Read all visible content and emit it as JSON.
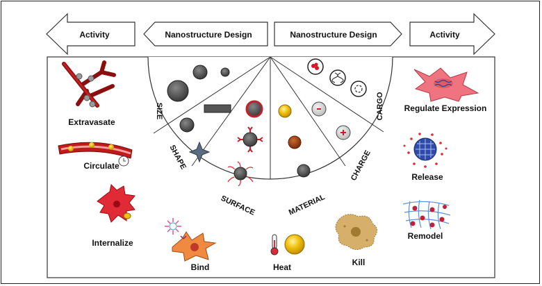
{
  "header": {
    "left_outer": "Activity",
    "left_inner": "Nanostructure Design",
    "right_inner": "Nanostructure Design",
    "right_outer": "Activity"
  },
  "activities_left": {
    "extravasate": "Extravasate",
    "circulate": "Circulate",
    "internalize": "Internalize",
    "bind": "Bind"
  },
  "activities_bottom": {
    "heat": "Heat",
    "kill": "Kill"
  },
  "activities_right": {
    "regulate": "Regulate Expression",
    "release": "Release",
    "remodel": "Remodel"
  },
  "design_sectors": {
    "size": "SIZE",
    "shape": "SHAPE",
    "surface": "SURFACE",
    "material": "MATERIAL",
    "charge": "CHARGE",
    "cargo": "CARGO"
  },
  "colors": {
    "vessel_red": "#a11a1a",
    "cell_red": "#e02a35",
    "cell_pink": "#f07380",
    "gold": "#f2c10f",
    "particle_gray": "#555555",
    "copper": "#a14515",
    "kill_tan": "#d6b06a",
    "release_blue": "#2f4aa8",
    "mesh_blue": "#5b8fd6"
  }
}
